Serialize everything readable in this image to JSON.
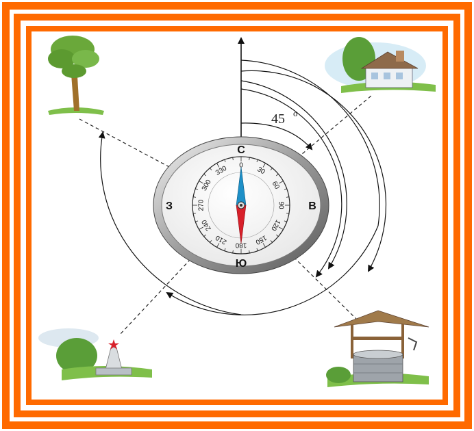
{
  "angle_label": "45",
  "degree_symbol": "o",
  "compass": {
    "directions": {
      "north": "С",
      "east": "В",
      "south": "Ю",
      "west": "З"
    },
    "marks": [
      {
        "deg": 0,
        "text": "0"
      },
      {
        "deg": 30,
        "text": "30"
      },
      {
        "deg": 60,
        "text": "60"
      },
      {
        "deg": 90,
        "text": "90"
      },
      {
        "deg": 120,
        "text": "120"
      },
      {
        "deg": 150,
        "text": "150"
      },
      {
        "deg": 180,
        "text": "180"
      },
      {
        "deg": 210,
        "text": "210"
      },
      {
        "deg": 240,
        "text": "240"
      },
      {
        "deg": 270,
        "text": "270"
      },
      {
        "deg": 300,
        "text": "300"
      },
      {
        "deg": 330,
        "text": "330"
      }
    ]
  },
  "landmarks": [
    "tree-icon",
    "house-icon",
    "monument-icon",
    "well-icon"
  ],
  "colors": {
    "frame": "#ff6a00",
    "north_needle": "#1e90c8",
    "south_needle": "#d8202a"
  }
}
